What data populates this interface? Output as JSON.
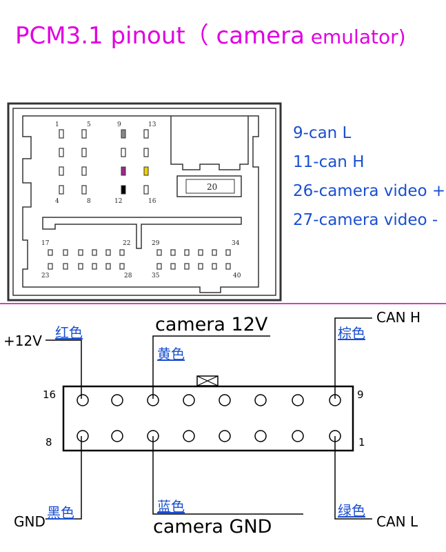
{
  "title": {
    "part1": "PCM3.1  pinout（  camera",
    "part2": " emulator)"
  },
  "legend": [
    {
      "text": "9-can L"
    },
    {
      "text": "11-can H"
    },
    {
      "text": "26-camera video +"
    },
    {
      "text": "27-camera video -"
    }
  ],
  "connector": {
    "pin_numbers": [
      "1",
      "5",
      "9",
      "13",
      "4",
      "8",
      "12",
      "16",
      "20",
      "17",
      "22",
      "29",
      "34",
      "23",
      "28",
      "35",
      "40"
    ],
    "colors": {
      "pin9": "#888888",
      "pin11": "#9b2b8b",
      "pin15": "#f0d000",
      "pin12": "#000000"
    }
  },
  "wiring": {
    "plus12v": "+12V",
    "red": "红色",
    "camera12v": "camera 12V",
    "yellow": "黄色",
    "brown": "棕色",
    "canH": "CAN  H",
    "row_top_left": "16",
    "row_top_right": "9",
    "row_bottom_left": "8",
    "row_bottom_right": "1",
    "gnd": "GND",
    "black": "黑色",
    "blue": "蓝色",
    "cameraGND": "camera GND",
    "green": "绿色",
    "canL": "CAN  L"
  },
  "colors": {
    "title": "#e000e0",
    "legend": "#1a4fd0",
    "divider": "#d040c0"
  }
}
